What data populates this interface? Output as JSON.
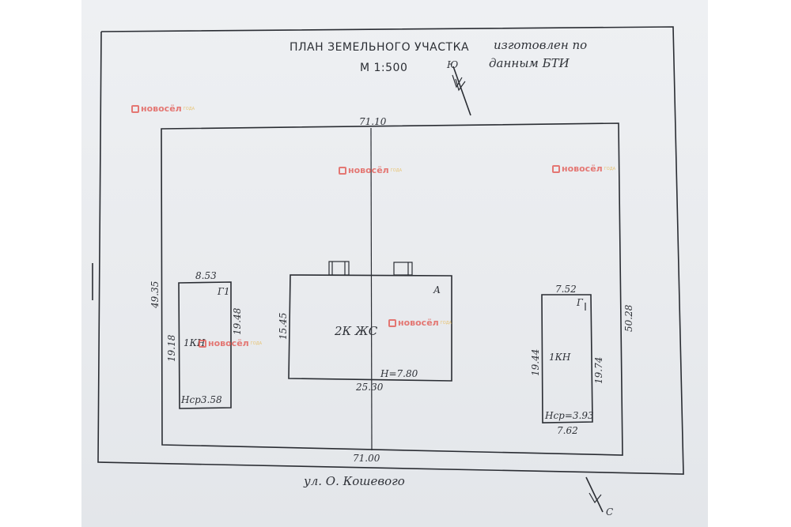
{
  "title": {
    "printed": "ПЛАН ЗЕМЕЛЬНОГО УЧАСТКА",
    "handwritten_line1": "изготовлен по",
    "handwritten_line2": "данным БТИ",
    "scale": "М 1:500"
  },
  "compass": {
    "north_label": "Ю",
    "south_label": "С"
  },
  "lot": {
    "top": "71.10",
    "bottom": "71.00",
    "left": "49.35",
    "right": "50.28"
  },
  "house": {
    "label": "2К ЖС",
    "letter": "А",
    "left": "15.45",
    "bottom": "25.30",
    "height": "Н=7.80"
  },
  "outbuilding_left": {
    "letter": "Г1",
    "label": "1КН",
    "top": "8.53",
    "left": "19.18",
    "right": "19.48",
    "height": "Нср3.58"
  },
  "outbuilding_right": {
    "letter": "Г",
    "label": "1КН",
    "top": "7.52",
    "left": "19.44",
    "right": "19.74",
    "bottom": "7.62",
    "height": "Нср=3.93"
  },
  "street": "ул. О. Кошевого",
  "watermark": {
    "word": "новосёл",
    "tagline": "ГОДА"
  }
}
